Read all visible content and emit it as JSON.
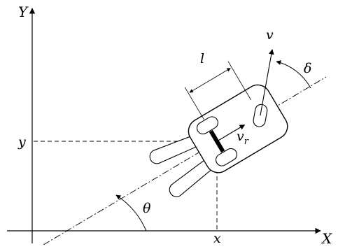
{
  "labels": {
    "y_axis": "Y",
    "x_axis": "X",
    "y_coord": "y",
    "x_coord": "x",
    "length": "l",
    "velocity": "v",
    "rear_velocity_v": "v",
    "rear_velocity_sub": "r",
    "steer_angle": "δ",
    "heading_angle": "θ"
  },
  "colors": {
    "stroke": "#000000",
    "fill": "#ffffff"
  }
}
